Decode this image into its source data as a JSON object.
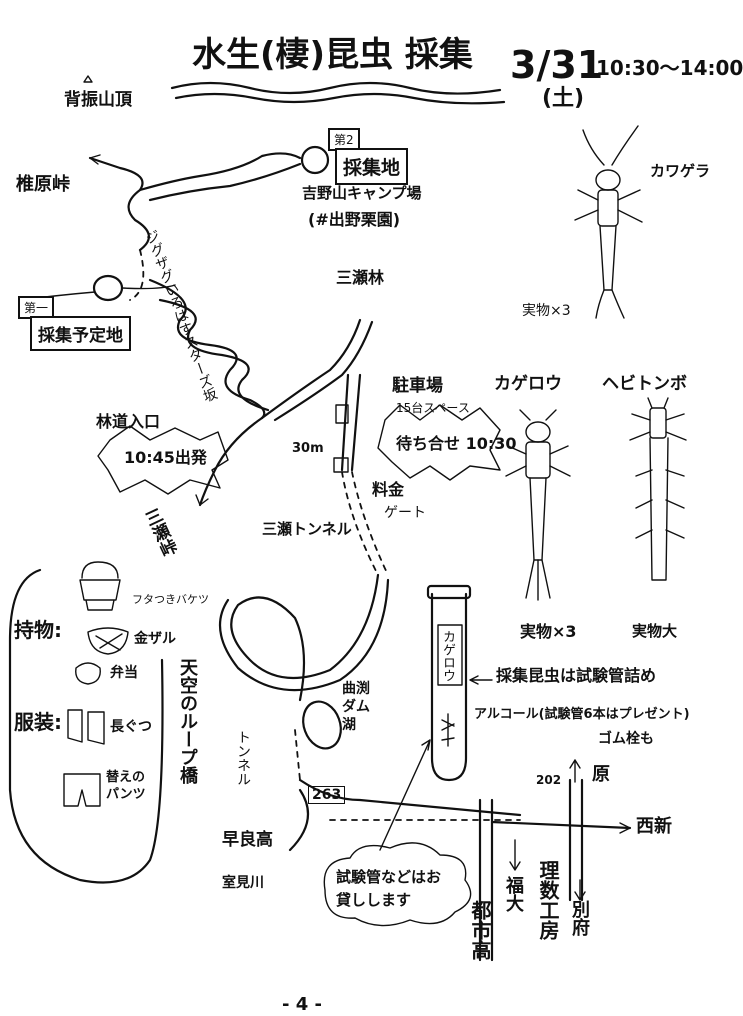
{
  "header": {
    "title": "水生(棲)昆虫 採集",
    "date": "3/31",
    "weekday": "(土)",
    "time": "10:30〜14:00"
  },
  "mountain": {
    "label": "背振山頂"
  },
  "places": {
    "shiibaru_pass": "椎原峠",
    "site2_num": "第2",
    "site2_label": "採集地",
    "camp": "吉野山キャンプ場",
    "camp_sub": "(#出野栗園)",
    "site1_num": "第一",
    "site1_label": "採集予定地",
    "hairpin": "ジグザグいろはすスターズ坂",
    "mise_forest": "三瀬林",
    "forest_road": "林道入口",
    "forest_time": "10:45出発",
    "parking": "駐車場",
    "parking_sub": "15台スペース",
    "meetup": "待ち合せ 10:30",
    "distance": "30m",
    "toll": "料金",
    "toll2": "ゲート",
    "mise_tunnel": "三瀬トンネル",
    "mise_pass": "三瀬峠",
    "sky_loop": "天空のループ橋",
    "tunnel": "トンネル",
    "lake": "曲渕ダム湖",
    "route263": "263",
    "sawara_high": "早良高",
    "muromi_river": "室見川",
    "nishi_shin": "西新",
    "route202": "202",
    "harara": "原",
    "fukudai": "福大",
    "rikasu": "理数工房",
    "beppu": "別府",
    "toshiko": "都市高",
    "lending": "試験管などはお貸しします"
  },
  "belongings": {
    "heading": "持物:",
    "items": [
      "フタつきバケツ",
      "金ザル",
      "弁当"
    ],
    "clothes_heading": "服装:",
    "clothes": [
      "長ぐつ",
      "替えのパンツ"
    ]
  },
  "insects": {
    "kawagera": "カワゲラ",
    "kawagera_scale": "実物×3",
    "kagerou": "カゲロウ",
    "kagerou_scale": "実物×3",
    "hebitonbo": "ヘビトンボ",
    "hebitonbo_scale": "実物大"
  },
  "test_tube": {
    "label": "カゲロウ",
    "note": "採集昆虫は試験管詰め",
    "alcohol": "アルコール(試験管6本はプレゼント)",
    "rubber": "ゴム栓も"
  },
  "page_number": "- 4 -"
}
